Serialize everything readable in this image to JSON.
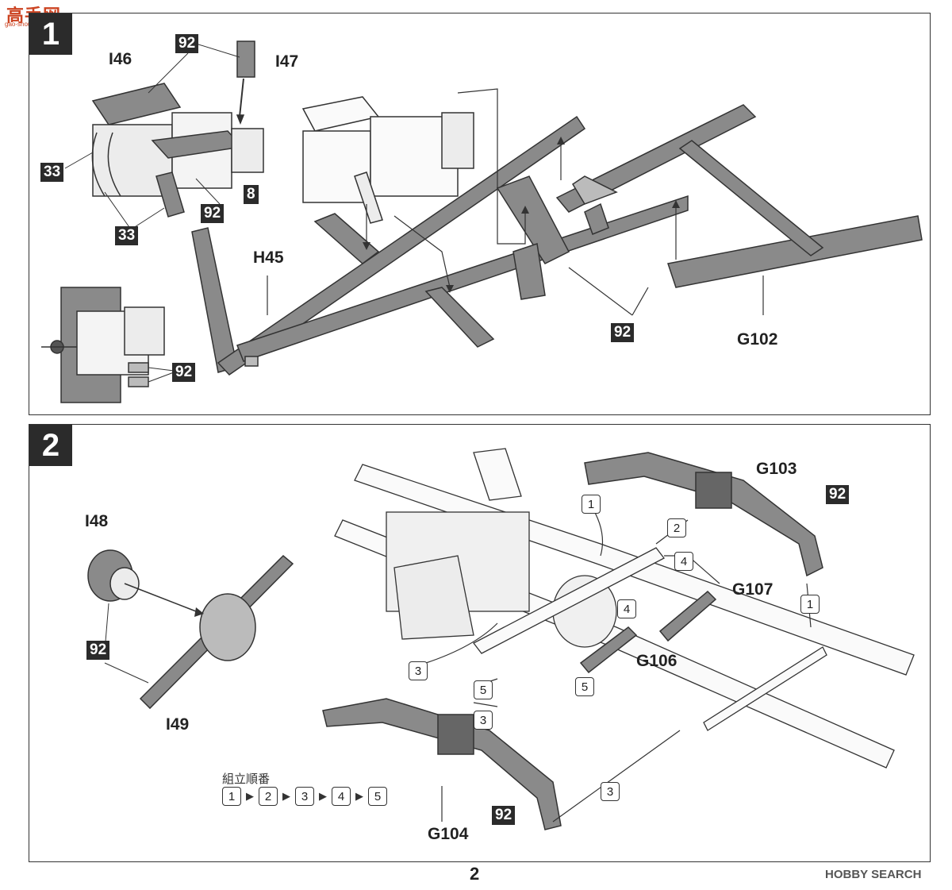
{
  "watermark": {
    "text": "高手网",
    "sub": "gao-shou.com"
  },
  "step1": {
    "number": "1",
    "labels": {
      "I46": "I46",
      "I47": "I47",
      "H45": "H45",
      "G102": "G102"
    },
    "codes": {
      "a": "92",
      "b": "33",
      "c": "8",
      "d": "92",
      "e": "33",
      "f": "92",
      "g": "92"
    }
  },
  "step2": {
    "number": "2",
    "labels": {
      "I48": "I48",
      "I49": "I49",
      "G103": "G103",
      "G107": "G107",
      "G106": "G106",
      "G104": "G104"
    },
    "codes": {
      "a": "92",
      "b": "92",
      "c": "92"
    },
    "callouts": {
      "c1a": "1",
      "c2": "2",
      "c4a": "4",
      "c4b": "4",
      "c1b": "1",
      "c3a": "3",
      "c5a": "5",
      "c5b": "5",
      "c3b": "3",
      "c3c": "3"
    },
    "order": {
      "title": "組立順番",
      "steps": [
        "1",
        "2",
        "3",
        "4",
        "5"
      ]
    }
  },
  "footer": {
    "page": "2",
    "logo": "HOBBY SEARCH"
  },
  "colors": {
    "badge": "#2b2b2b",
    "part_gray": "#8a8a8a",
    "part_light": "#ececec"
  }
}
